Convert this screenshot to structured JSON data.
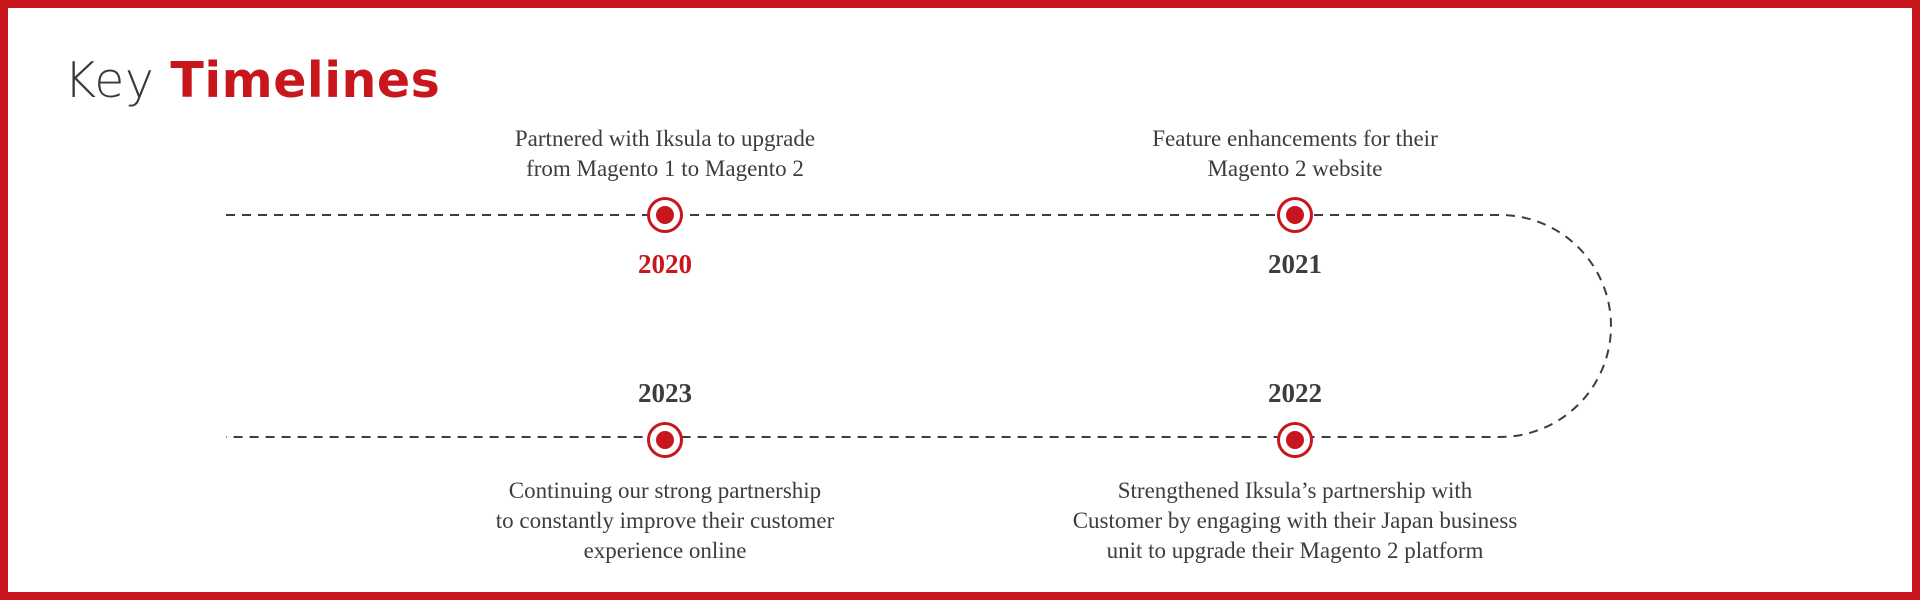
{
  "header": {
    "title_light": "Key",
    "title_bold": "Timelines"
  },
  "colors": {
    "accent": "#c8161d",
    "text": "#3d3d3d",
    "track": "#3d3d3d"
  },
  "milestones": [
    {
      "year": "2020",
      "highlighted": true,
      "lines": [
        "Partnered with Iksula to upgrade",
        "from Magento 1 to Magento 2"
      ]
    },
    {
      "year": "2021",
      "highlighted": false,
      "lines": [
        "Feature enhancements for their",
        "Magento 2 website"
      ]
    },
    {
      "year": "2022",
      "highlighted": false,
      "lines": [
        "Strengthened Iksula’s partnership with",
        "Customer by engaging with their Japan business",
        "unit to upgrade their Magento 2 platform"
      ]
    },
    {
      "year": "2023",
      "highlighted": false,
      "lines": [
        "Continuing our strong partnership",
        "to constantly improve their customer",
        "experience online"
      ]
    }
  ]
}
